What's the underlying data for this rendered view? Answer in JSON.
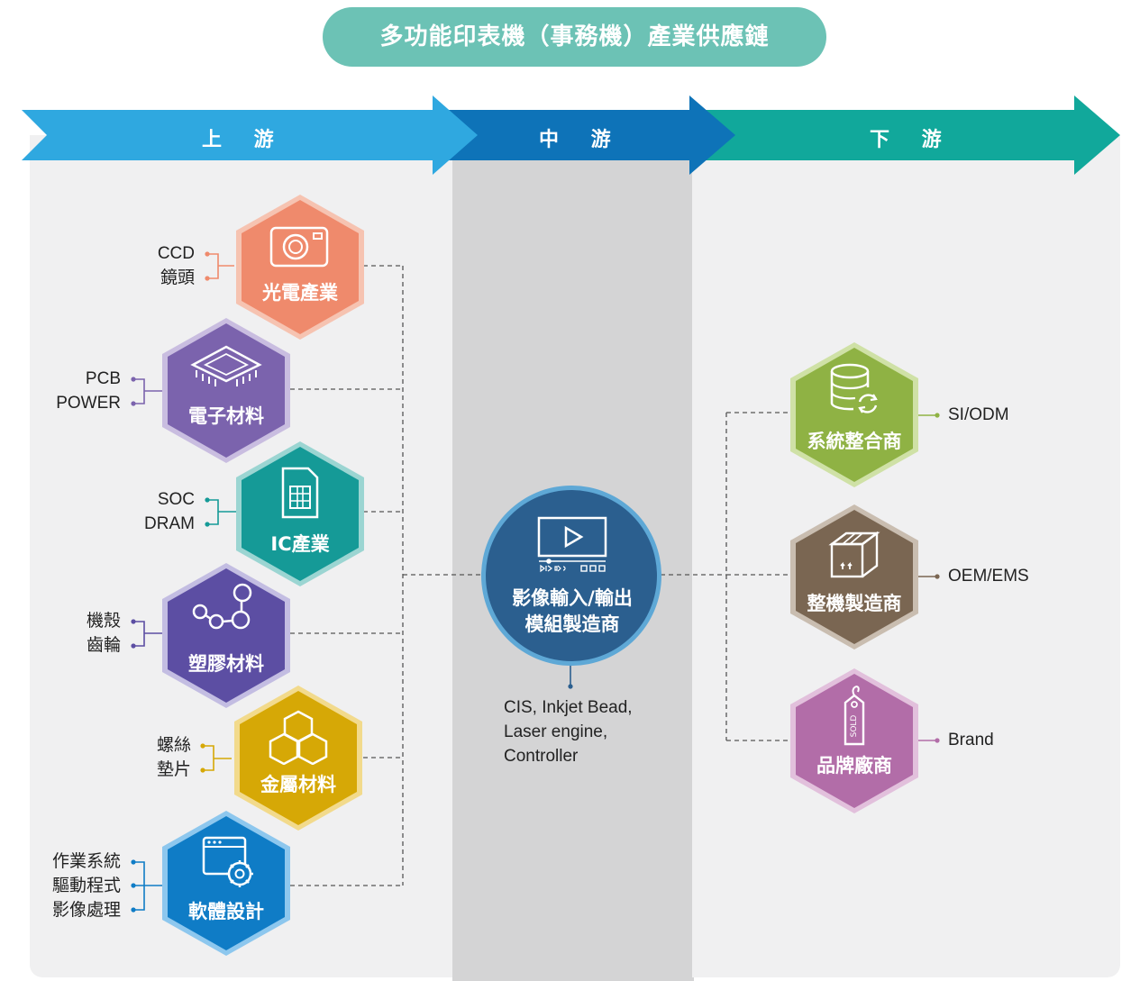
{
  "title": "多功能印表機（事務機）產業供應鏈",
  "stages": {
    "upstream": "上 游",
    "midstream": "中 游",
    "downstream": "下 游"
  },
  "upstream": [
    {
      "label": "光電產業",
      "color": "#ef8a6c",
      "ring": "#f6c3b1",
      "icon": "camera-icon",
      "items": [
        "CCD",
        "鏡頭"
      ]
    },
    {
      "label": "電子材料",
      "color": "#7b63ad",
      "ring": "#c9bde0",
      "icon": "chip-icon",
      "items": [
        "PCB",
        "POWER"
      ]
    },
    {
      "label": "IC產業",
      "color": "#159a97",
      "ring": "#9bd5d2",
      "icon": "sim-card-icon",
      "items": [
        "SOC",
        "DRAM"
      ]
    },
    {
      "label": "塑膠材料",
      "color": "#5c4ea3",
      "ring": "#c3bde2",
      "icon": "molecule-icon",
      "items": [
        "機殼",
        "齒輪"
      ]
    },
    {
      "label": "金屬材料",
      "color": "#d6a806",
      "ring": "#f2da8c",
      "icon": "honeycomb-icon",
      "items": [
        "螺絲",
        "墊片"
      ]
    },
    {
      "label": "軟體設計",
      "color": "#0f7cc6",
      "ring": "#8dc7ee",
      "icon": "software-gear-icon",
      "items": [
        "作業系統",
        "驅動程式",
        "影像處理"
      ]
    }
  ],
  "midstream": {
    "label_line1": "影像輸入/輸出",
    "label_line2": "模組製造商",
    "icon": "video-player-icon",
    "note": [
      "CIS, Inkjet Bead,",
      "Laser engine,",
      "Controller"
    ]
  },
  "downstream": [
    {
      "label": "系統整合商",
      "color": "#8fb244",
      "ring": "#cfe1a6",
      "icon": "database-sync-icon",
      "item": "SI/ODM"
    },
    {
      "label": "整機製造商",
      "color": "#7a6652",
      "ring": "#c9bdb0",
      "icon": "package-box-icon",
      "item": "OEM/EMS"
    },
    {
      "label": "品牌廠商",
      "color": "#b26da8",
      "ring": "#e2c0dc",
      "icon": "sold-tag-icon",
      "item": "Brand"
    }
  ],
  "colors": {
    "upstream_arrow": "#2fa8e0",
    "midstream_arrow": "#0e73b8",
    "downstream_arrow": "#11a89b",
    "title_pill": "#6cc2b5",
    "center_circle": "#2b5f8f"
  }
}
